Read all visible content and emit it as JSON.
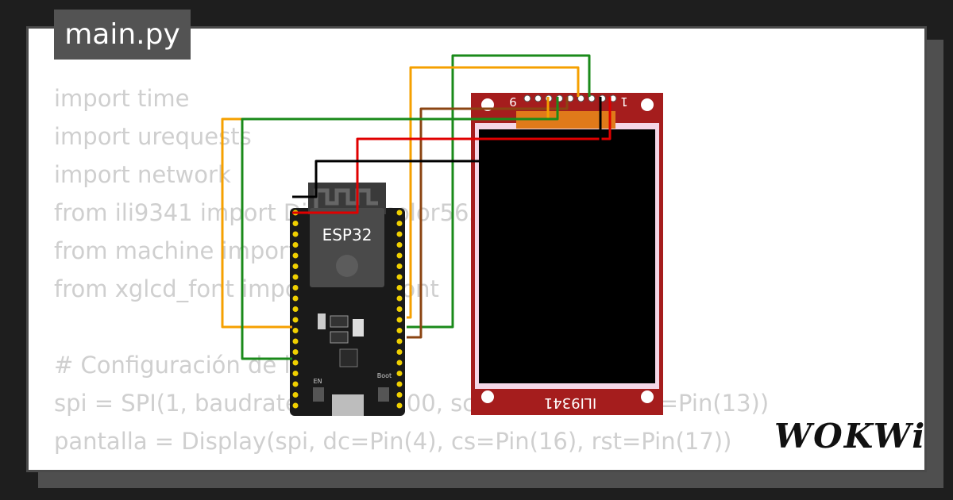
{
  "file_tab": {
    "label": "main.py"
  },
  "code_lines": [
    "import time",
    "import urequests",
    "import network",
    "from ili9341 import Display, color565",
    "from machine import Pin, SPI",
    "from xglcd_font import XglcdFont",
    "",
    "# Configuración de la pantalla",
    "spi = SPI(1, baudrate=40000000, sck=Pin(14), mosi=Pin(13))",
    "pantalla = Display(spi, dc=Pin(4), cs=Pin(16), rst=Pin(17))"
  ],
  "esp32": {
    "label": "ESP32",
    "btn_en": "EN",
    "btn_boot": "Boot"
  },
  "display": {
    "label": "ILI9341",
    "pin_first": "9",
    "pin_last": "1"
  },
  "brand": {
    "name": "WOKWi"
  },
  "colors": {
    "background": "#1e1e1e",
    "card": "#ffffff",
    "code_text": "#cfcfcf",
    "display_board": "#a51d1d",
    "esp32_board": "#1a1a1a",
    "wire_orange": "#f5a000",
    "wire_green": "#1a8a1a",
    "wire_brown": "#8b4513",
    "wire_red": "#e00000",
    "wire_black": "#000000"
  }
}
